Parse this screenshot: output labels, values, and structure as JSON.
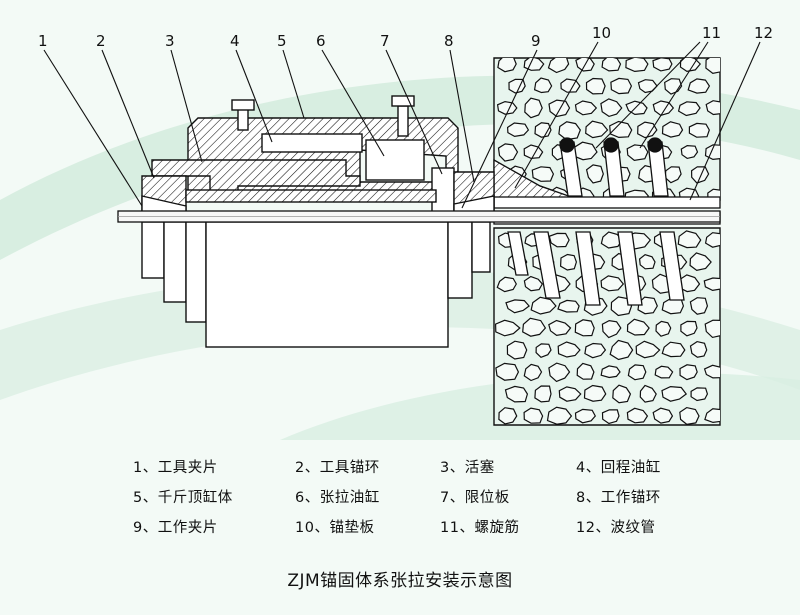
{
  "callouts": [
    "1",
    "2",
    "3",
    "4",
    "5",
    "6",
    "7",
    "8",
    "9",
    "10",
    "11",
    "12"
  ],
  "legend": [
    "1、工具夹片",
    "2、工具锚环",
    "3、活塞",
    "4、回程油缸",
    "5、千斤顶缸体",
    "6、张拉油缸",
    "7、限位板",
    "8、工作锚环",
    "9、工作夹片",
    "10、锚垫板",
    "11、螺旋筋",
    "12、波纹管"
  ],
  "caption": "ZJM锚固体系张拉安装示意图",
  "colors": {
    "background": "#f3faf6",
    "swoosh": "#cfe9da",
    "rock_fill": "#e8f5ee",
    "line": "#111111"
  }
}
